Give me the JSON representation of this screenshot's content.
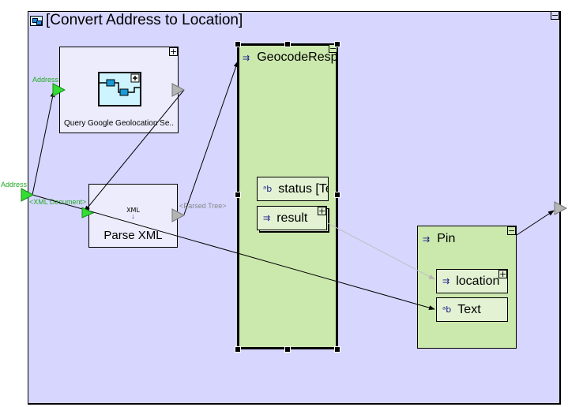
{
  "diagram": {
    "title": "[Convert Address to Location]",
    "collapse_glyph": "−",
    "expand_glyph": "+",
    "input_port": {
      "label": "Address",
      "type_label": "<XML Document>"
    },
    "nodes": {
      "query": {
        "label": "Query Google Geolocation Se..",
        "port_in_label": "Address"
      },
      "parse": {
        "label": "Parse XML",
        "glyph_label": "XML",
        "glyph_arrow": "↓",
        "port_out_label": "<Parsed Tree>"
      },
      "geocode": {
        "header": "GeocodeResp",
        "fields": [
          {
            "icon": "text-type-icon",
            "glyph": "ᵃb",
            "label": "status [Te"
          },
          {
            "icon": "struct-type-icon",
            "glyph": "⇉",
            "label": "result"
          }
        ]
      },
      "pin": {
        "header": "Pin",
        "fields": [
          {
            "icon": "struct-type-icon",
            "glyph": "⇉",
            "label": "location"
          },
          {
            "icon": "text-type-icon",
            "glyph": "ᵃb",
            "label": "Text"
          }
        ]
      }
    },
    "colors": {
      "canvas": "#d6d6ff",
      "subprocess": "#ececfd",
      "struct": "#cbe8ad",
      "field": "#e2f2d3",
      "port_active": "#33dd33",
      "port_inactive": "#b4b4b4",
      "label_green": "#22aa22"
    }
  }
}
